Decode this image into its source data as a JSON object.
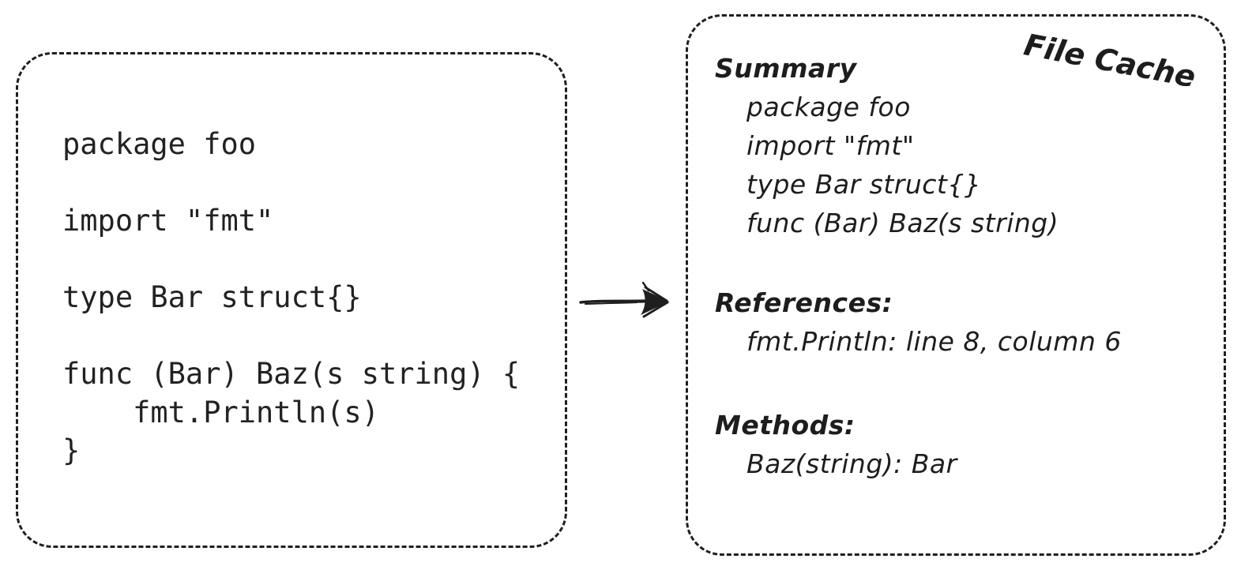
{
  "colors": {
    "ink": "#1f1f1f",
    "code_text": "#222222",
    "background": "#ffffff"
  },
  "left_panel": {
    "code": "package foo\n\nimport \"fmt\"\n\ntype Bar struct{}\n\nfunc (Bar) Baz(s string) {\n    fmt.Println(s)\n}"
  },
  "arrow": {
    "direction": "right"
  },
  "right_panel": {
    "title": "File Cache",
    "sections": {
      "summary": {
        "heading": "Summary",
        "lines": [
          "package foo",
          "import \"fmt\"",
          "type Bar struct{}",
          "func (Bar) Baz(s string)"
        ]
      },
      "references": {
        "heading": "References:",
        "lines": [
          "fmt.Println: line 8, column 6"
        ]
      },
      "methods": {
        "heading": "Methods:",
        "lines": [
          "Baz(string): Bar"
        ]
      }
    }
  }
}
